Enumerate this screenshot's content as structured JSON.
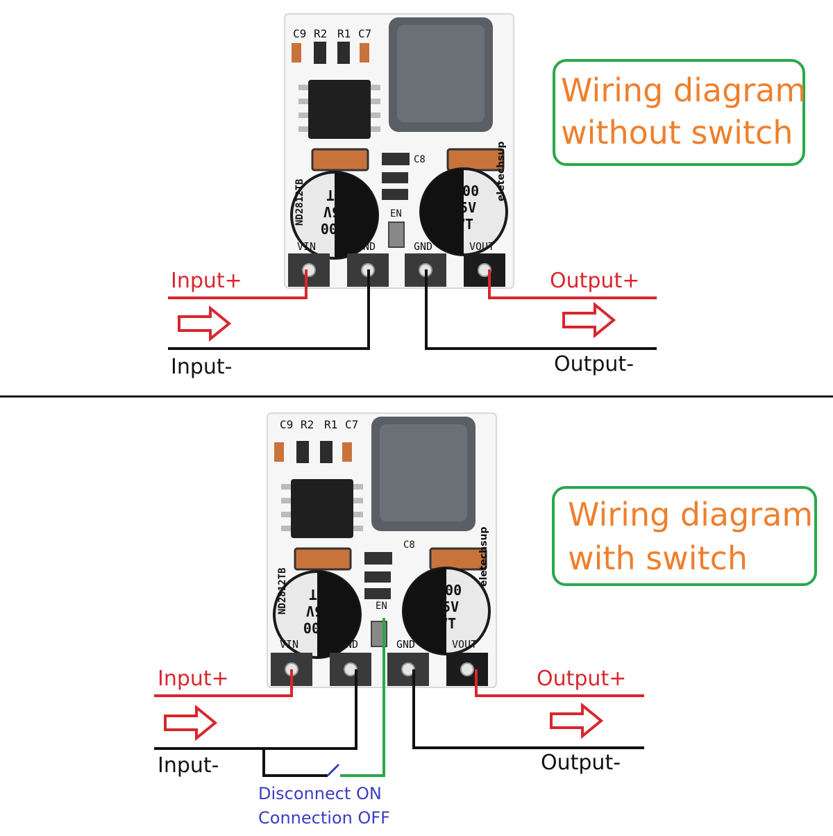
{
  "colors": {
    "red_wire": "#d9262e",
    "black_wire": "#111111",
    "green_wire": "#2aa84a",
    "blue_text": "#3a3ec0",
    "orange_text": "#ef7f2c",
    "box_border": "#2aa84a",
    "pcb_white": "#f6f6f6",
    "pad_dark": "#3a3a3a",
    "inductor": "#5a5f66"
  },
  "top": {
    "title_line1": "Wiring diagram",
    "title_line2": "without switch",
    "input_pos": "Input+",
    "input_neg": "Input-",
    "output_pos": "Output+",
    "output_neg": "Output-"
  },
  "bottom": {
    "title_line1": "Wiring diagram",
    "title_line2": "with switch",
    "input_pos": "Input+",
    "input_neg": "Input-",
    "output_pos": "Output+",
    "output_neg": "Output-",
    "switch_note_line1": "Disconnect ON",
    "switch_note_line2": "Connection OFF"
  },
  "board": {
    "comp_c9": "C9",
    "comp_r2": "R2",
    "comp_r1": "R1",
    "comp_c7": "C7",
    "comp_c8": "C8",
    "model": "ND2812TB",
    "brand": "eletechsup",
    "en_label": "EN",
    "pin_vin": "VIN",
    "pin_gnd1": "GND",
    "pin_gnd2": "GND",
    "pin_vout": "VOUT",
    "cap_value": "100",
    "cap_voltage": "35V",
    "cap_series": "VT"
  }
}
